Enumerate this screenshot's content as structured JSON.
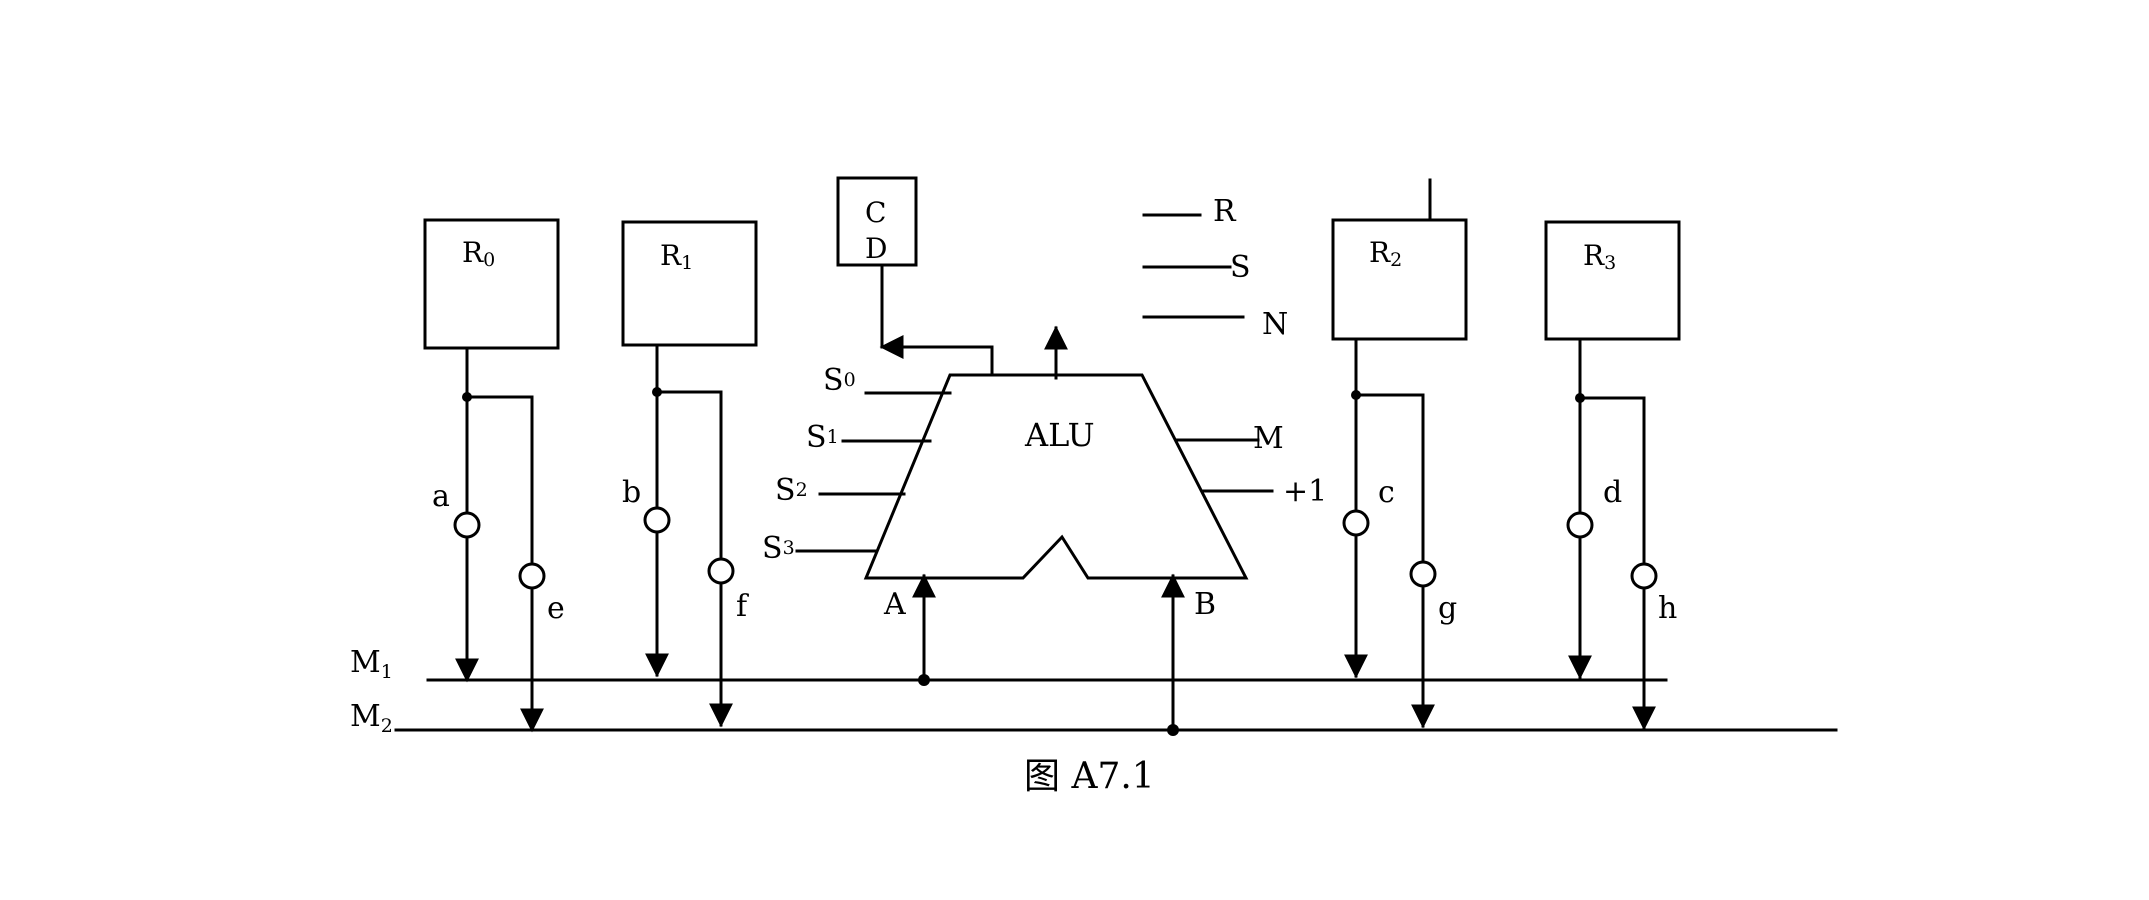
{
  "registers": [
    {
      "id": "r0",
      "name": "R",
      "sub": "0"
    },
    {
      "id": "r1",
      "name": "R",
      "sub": "1"
    },
    {
      "id": "r2",
      "name": "R",
      "sub": "2"
    },
    {
      "id": "r3",
      "name": "R",
      "sub": "3"
    }
  ],
  "gates": [
    "a",
    "b",
    "c",
    "d",
    "e",
    "f",
    "g",
    "h"
  ],
  "cd_box": {
    "line1": "C",
    "line2": "D"
  },
  "alu": {
    "label": "ALU",
    "control_inputs": [
      {
        "name": "S",
        "sub": "0"
      },
      {
        "name": "S",
        "sub": "1"
      },
      {
        "name": "S",
        "sub": "2"
      },
      {
        "name": "S",
        "sub": "3"
      }
    ],
    "right_inputs": [
      "M",
      "+1"
    ],
    "input_a": "A",
    "input_b": "B"
  },
  "rsn_signals": [
    "R",
    "S",
    "N"
  ],
  "buses": [
    {
      "name": "M",
      "sub": "1"
    },
    {
      "name": "M",
      "sub": "2"
    }
  ],
  "caption": "图 A7.1"
}
